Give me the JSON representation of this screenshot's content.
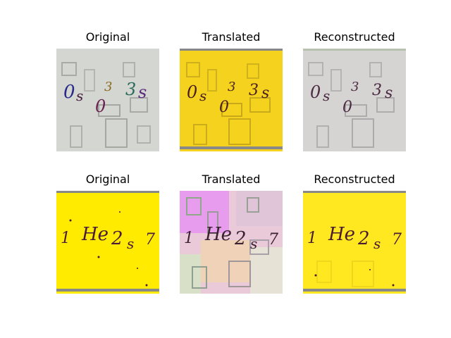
{
  "figure": {
    "rows": [
      {
        "panels": [
          {
            "title": "Original",
            "bg": "#d4d6d2",
            "ink": "#5a2b52",
            "captcha_text": "0s 03 3s",
            "style": "gray-original"
          },
          {
            "title": "Translated",
            "bg": "#f4d21e",
            "ink": "#4a1f20",
            "captcha_text": "0s 03 3s",
            "style": "yellow-translated"
          },
          {
            "title": "Reconstructed",
            "bg": "#d6d3d3",
            "ink": "#4a2a40",
            "captcha_text": "0s 03 3s",
            "style": "gray-recon"
          }
        ]
      },
      {
        "panels": [
          {
            "title": "Original",
            "bg": "#ffeb00",
            "ink": "#4a1c3a",
            "captcha_text": "1 He 2 s 7",
            "style": "yellow-original"
          },
          {
            "title": "Translated",
            "bg": "#eac9d9",
            "ink": "#3a2230",
            "captcha_text": "1 He 2 s 7",
            "style": "pink-translated"
          },
          {
            "title": "Reconstructed",
            "bg": "#ffe820",
            "ink": "#4a1c30",
            "captcha_text": "1 He 2 s 7",
            "style": "yellow-recon"
          }
        ]
      }
    ]
  }
}
